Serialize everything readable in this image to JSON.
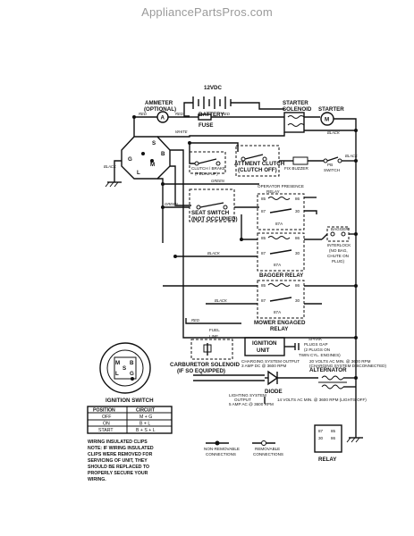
{
  "watermark": "AppliancePartsPros.com",
  "labels": {
    "battery_voltage": "12VDC",
    "battery": "BATTERY",
    "ammeter": "AMMETER",
    "ammeter_opt": "(OPTIONAL)",
    "fuse": "FUSE",
    "starter_solenoid_1": "STARTER",
    "starter_solenoid_2": "SOLENOID",
    "starter": "STARTER",
    "clutch_brake_1": "CLUTCH / BRAKE",
    "clutch_brake_2": "(PEDAL UP)",
    "attment_clutch_1": "ATTMENT CLUTCH",
    "attment_clutch_2": "(CLUTCH OFF)",
    "fix_buzzer": "FIX BUZZER",
    "pb_switch_1": "PB",
    "pb_switch_2": "SWITCH",
    "op_presence_1": "OPERATOR PRESENCE",
    "op_presence_2": "RELAY",
    "seat_switch_1": "SEAT SWITCH",
    "seat_switch_2": "(NOT OCCUPIED)",
    "bagger_relay": "BAGGER RELAY",
    "bagger_interlock_1": "BAGGER",
    "bagger_interlock_2": "INTERLOCK",
    "bagger_interlock_3": "(NO BAG,",
    "bagger_interlock_4": "CHUTE ON",
    "bagger_interlock_5": "PLUG)",
    "mower_engaged_1": "MOWER ENGAGED",
    "mower_engaged_2": "RELAY",
    "fuel_line_1": "FUEL",
    "fuel_line_2": "LINE",
    "ignition_unit_1": "IGNITION",
    "ignition_unit_2": "UNIT",
    "spark_plugs_1": "SPARK",
    "spark_plugs_2": "PLUGS GAP",
    "spark_plugs_3": "(2 PLUGS ON",
    "spark_plugs_4": "TWIN CYL. ENGINES)",
    "carburetor_1": "CARBURETOR SOLENOID",
    "carburetor_2": "(IF SO EQUIPPED)",
    "charging_output_1": "CHARGING SYSTEM OUTPUT",
    "charging_output_2": "3 AMP DC @ 3600 RPM",
    "ac_output_1": "20 VOLTS AC MIN. @ 3600 RPM",
    "ac_output_2": "(CHARGING SYSTEM DISCONNECTED)",
    "diode": "DIODE",
    "alternator": "ALTERNATOR",
    "lighting_1": "LIGHTING SYSTEM",
    "lighting_2": "OUTPUT",
    "lighting_3": "5 AMP AC @ 3600 RPM",
    "lighting_4": "14 VOLTS AC MIN. @ 3600 RPM (LIGHTS OFF)",
    "relay": "RELAY",
    "non_removable_1": "NON-REMOVABLE",
    "non_removable_2": "CONNECTIONS",
    "removable_1": "REMOVABLE",
    "removable_2": "CONNECTIONS",
    "ignition_switch_title": "IGNITION SWITCH"
  },
  "wire_colors": {
    "red": "RED",
    "white": "WHITE",
    "black": "BLACK",
    "green": "GREEN",
    "orange": "ORANGE"
  },
  "terminals": {
    "ammeter_a": "A",
    "starter_m": "M",
    "switch_s": "S",
    "switch_b": "B",
    "switch_m": "M",
    "switch_l": "L",
    "switch_g": "G",
    "r85": "85",
    "r86": "86",
    "r87": "87",
    "r87a": "87A",
    "r30": "30"
  },
  "switch_table": {
    "header": [
      "POSITION",
      "CIRCUIT"
    ],
    "rows": [
      [
        "OFF",
        "M + G"
      ],
      [
        "ON",
        "B + L"
      ],
      [
        "START",
        "B + S + L"
      ]
    ]
  },
  "wiring_note": {
    "title": "WIRING INSULATED CLIPS",
    "line1": "NOTE: IF WIRING INSULATED",
    "line2": "CLIPS WERE REMOVED FOR",
    "line3": "SERVICING OF UNIT, THEY",
    "line4": "SHOULD BE REPLACED TO",
    "line5": "PROPERLY SECURE YOUR",
    "line6": "WIRING."
  },
  "relay_pins": {
    "p1": "87",
    "p2": "30",
    "p3": "85",
    "p4": "86"
  }
}
